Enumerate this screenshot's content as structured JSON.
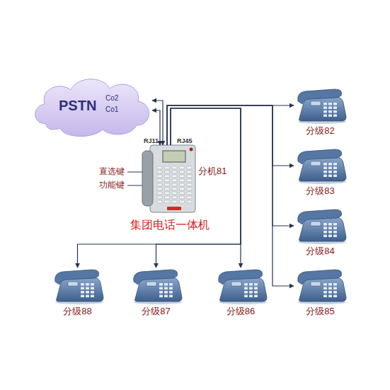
{
  "diagram": {
    "nodes": [
      {
        "text": [
          "PSTN",
          "Co2",
          "Co1"
        ]
      },
      {
        "text": [
          "分机81",
          "集团电话一体机"
        ]
      },
      {
        "text": [
          "分级82"
        ]
      },
      {
        "text": [
          "分级83"
        ]
      },
      {
        "text": [
          "分级84"
        ]
      },
      {
        "text": [
          "分级85"
        ]
      },
      {
        "text": [
          "分级88"
        ]
      },
      {
        "text": [
          "分级87"
        ]
      },
      {
        "text": [
          "分级86"
        ]
      }
    ],
    "edges": [
      {
        "from": 1,
        "to": 0,
        "arrow": "both"
      },
      {
        "from": 1,
        "to": 0,
        "arrow": "both"
      },
      {
        "from": 1,
        "to": 2,
        "arrow": "to"
      },
      {
        "from": 1,
        "to": 3,
        "arrow": "to"
      },
      {
        "from": 1,
        "to": 4,
        "arrow": "to"
      },
      {
        "from": 1,
        "to": 5,
        "arrow": "to"
      },
      {
        "from": 1,
        "to": 6,
        "arrow": "to"
      },
      {
        "from": 1,
        "to": 7,
        "arrow": "to"
      },
      {
        "from": 1,
        "to": 8,
        "arrow": "to"
      }
    ],
    "labels": [
      "RJ11",
      "RJ45",
      "直选键",
      "功能键"
    ]
  }
}
